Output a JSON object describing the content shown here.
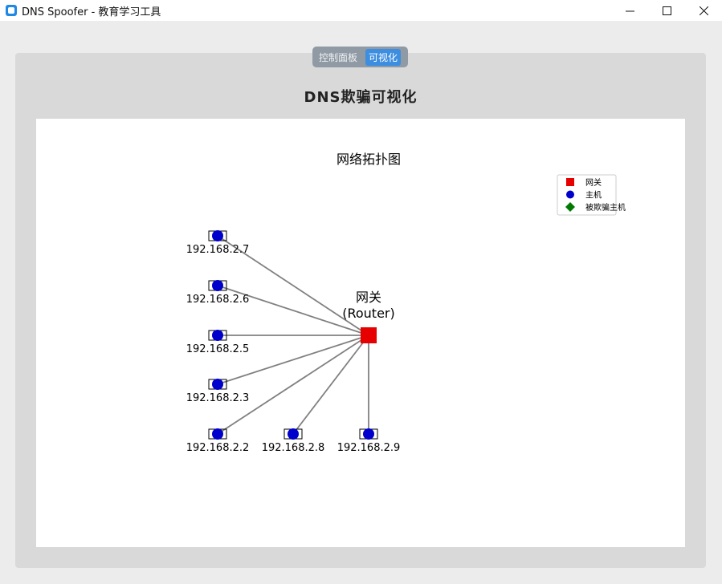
{
  "window": {
    "title": "DNS Spoofer - 教育学习工具",
    "controls": {
      "minimize": "—",
      "maximize": "☐",
      "close": "✕"
    }
  },
  "tabs": [
    {
      "label": "控制面板",
      "active": false
    },
    {
      "label": "可视化",
      "active": true
    }
  ],
  "heading": "DNS欺骗可视化",
  "chart": {
    "title": "网络拓扑图",
    "router": {
      "label_cn": "网关",
      "label_en": "(Router)"
    },
    "hosts": [
      {
        "ip": "192.168.2.7"
      },
      {
        "ip": "192.168.2.6"
      },
      {
        "ip": "192.168.2.5"
      },
      {
        "ip": "192.168.2.3"
      },
      {
        "ip": "192.168.2.2"
      },
      {
        "ip": "192.168.2.8"
      },
      {
        "ip": "192.168.2.9"
      }
    ],
    "legend": [
      {
        "label": "网关",
        "marker": "square",
        "color": "#e60000"
      },
      {
        "label": "主机",
        "marker": "circle",
        "color": "#0000cc"
      },
      {
        "label": "被欺骗主机",
        "marker": "diamond",
        "color": "#007a00"
      }
    ],
    "edge_color": "#808080"
  }
}
